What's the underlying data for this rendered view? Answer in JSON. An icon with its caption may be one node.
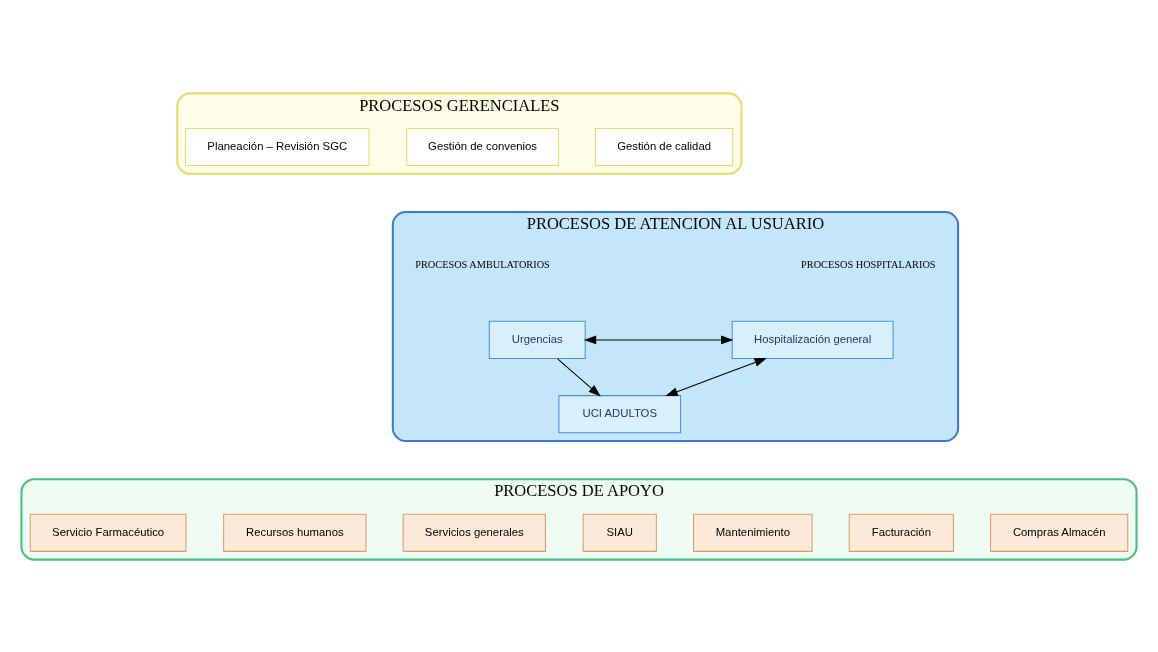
{
  "diagram": {
    "nodes": [
      {
        "text": [
          "PROCESOS GERENCIALES"
        ]
      },
      {
        "text": [
          "Planeación – Revisión SGC"
        ],
        "in": 0
      },
      {
        "text": [
          "Gestión de convenios"
        ],
        "in": 0
      },
      {
        "text": [
          "Gestión de calidad"
        ],
        "in": 0
      },
      {
        "text": [
          "PROCESOS DE ATENCION AL USUARIO"
        ]
      },
      {
        "text": [
          "Urgencias"
        ],
        "in": 4
      },
      {
        "text": [
          "Hospitalización general"
        ],
        "in": 4
      },
      {
        "text": [
          "UCI ADULTOS"
        ],
        "in": 4
      },
      {
        "text": [
          "PROCESOS DE APOYO"
        ]
      },
      {
        "text": [
          "Servicio Farmacéutico"
        ],
        "in": 8
      },
      {
        "text": [
          "Recursos humanos"
        ],
        "in": 8
      },
      {
        "text": [
          "Servicios generales"
        ],
        "in": 8
      },
      {
        "text": [
          "SIAU"
        ],
        "in": 8
      },
      {
        "text": [
          "Mantenimiento"
        ],
        "in": 8
      },
      {
        "text": [
          "Facturación"
        ],
        "in": 8
      },
      {
        "text": [
          "Compras Almacén"
        ],
        "in": 8
      }
    ],
    "edges": [
      {
        "from": 5,
        "to": 6,
        "arrow": "both"
      },
      {
        "from": 5,
        "to": 7,
        "arrow": "to"
      },
      {
        "from": 7,
        "to": 6,
        "arrow": "both"
      }
    ],
    "labels": [
      "PROCESOS AMBULATORIOS",
      "PROCESOS HOSPITALARIOS"
    ]
  }
}
